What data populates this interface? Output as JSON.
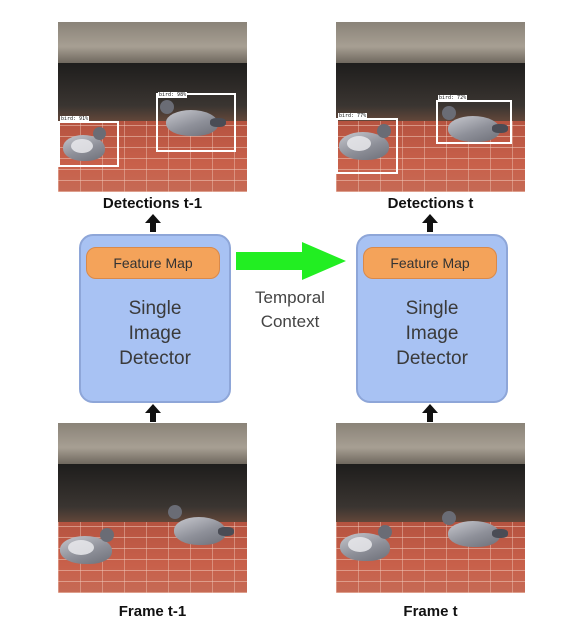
{
  "left_column": {
    "detections_caption": "Detections t-1",
    "frame_caption": "Frame t-1",
    "feature_map_label": "Feature Map",
    "detector_lines": [
      "Single",
      "Image",
      "Detector"
    ],
    "detection_labels": [
      "bird: 91%",
      "bird: 98%"
    ]
  },
  "right_column": {
    "detections_caption": "Detections t",
    "frame_caption": "Frame t",
    "feature_map_label": "Feature Map",
    "detector_lines": [
      "Single",
      "Image",
      "Detector"
    ],
    "detection_labels": [
      "bird: 77%",
      "bird: 72%"
    ]
  },
  "temporal_context": [
    "Temporal",
    "Context"
  ],
  "colors": {
    "detector_fill": "#a8c2f3",
    "feature_map_fill": "#f4a35a",
    "temporal_arrow": "#22ee22",
    "up_arrows": "#111111"
  }
}
